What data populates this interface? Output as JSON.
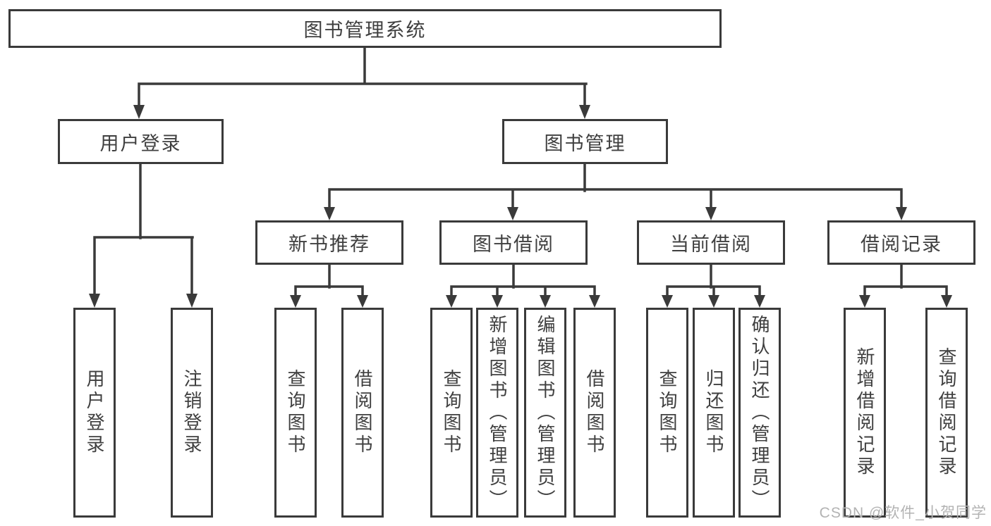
{
  "diagram": {
    "root": {
      "label": "图书管理系统"
    },
    "user_login": {
      "label": "用户登录",
      "children": [
        {
          "label": "用户登录"
        },
        {
          "label": "注销登录"
        }
      ]
    },
    "book_mgmt": {
      "label": "图书管理",
      "sections": [
        {
          "label": "新书推荐",
          "children": [
            {
              "label": "查询图书"
            },
            {
              "label": "借阅图书"
            }
          ]
        },
        {
          "label": "图书借阅",
          "children": [
            {
              "label": "查询图书"
            },
            {
              "label": "新增图书（管理员）"
            },
            {
              "label": "编辑图书（管理员）"
            },
            {
              "label": "借阅图书"
            }
          ]
        },
        {
          "label": "当前借阅",
          "children": [
            {
              "label": "查询图书"
            },
            {
              "label": "归还图书"
            },
            {
              "label": "确认归还（管理员）"
            }
          ]
        },
        {
          "label": "借阅记录",
          "children": [
            {
              "label": "新增借阅记录"
            },
            {
              "label": "查询借阅记录"
            }
          ]
        }
      ]
    }
  },
  "watermark": "CSDN @软件_小贺同学",
  "colors": {
    "line": "#3a3a3a",
    "text": "#3f3f3f",
    "box_background": "#ffffff",
    "watermark": "#b3b3b3"
  }
}
